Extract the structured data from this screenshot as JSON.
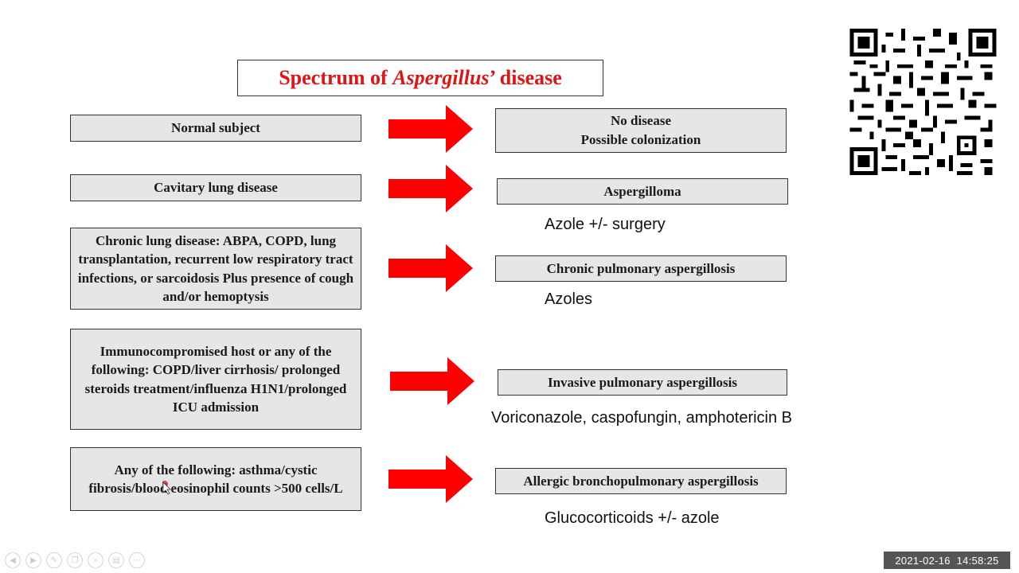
{
  "slide": {
    "title_prefix": "Spectrum of ",
    "title_italic": "Aspergillus",
    "title_suffix": "’ disease",
    "title_color": "#e01414",
    "arrow_color": "#ff0000",
    "rows": [
      {
        "condition": "Normal subject",
        "outcome_line1": "No disease",
        "outcome_line2": "Possible colonization",
        "treatment": ""
      },
      {
        "condition": "Cavitary lung disease",
        "outcome_line1": "Aspergilloma",
        "outcome_line2": "",
        "treatment": "Azole +/- surgery"
      },
      {
        "condition": "Chronic lung disease: ABPA, COPD, lung transplantation, recurrent low respiratory tract infections, or sarcoidosis Plus presence of cough and/or hemoptysis",
        "outcome_line1": "Chronic pulmonary aspergillosis",
        "outcome_line2": "",
        "treatment": "Azoles"
      },
      {
        "condition": "Immunocompromised host or any of the following: COPD/liver cirrhosis/ prolonged steroids treatment/influenza H1N1/prolonged ICU admission",
        "outcome_line1": "Invasive pulmonary aspergillosis",
        "outcome_line2": "",
        "treatment": "Voriconazole, caspofungin, amphotericin B"
      },
      {
        "condition": "Any of the following: asthma/cystic fibrosis/blood eosinophil counts >500 cells/L",
        "outcome_line1": "Allergic bronchopulmonary aspergillosis",
        "outcome_line2": "",
        "treatment": "Glucocorticoids +/- azole"
      }
    ]
  },
  "timestamp": "2021-02-16  14:58:25",
  "toolbar": {
    "icons": [
      "prev-icon",
      "next-icon",
      "pen-icon",
      "copy-icon",
      "zoom-icon",
      "slides-icon",
      "more-icon"
    ],
    "glyphs": [
      "◀",
      "▶",
      "✎",
      "❐",
      "⌕",
      "▤",
      "⋯"
    ]
  }
}
